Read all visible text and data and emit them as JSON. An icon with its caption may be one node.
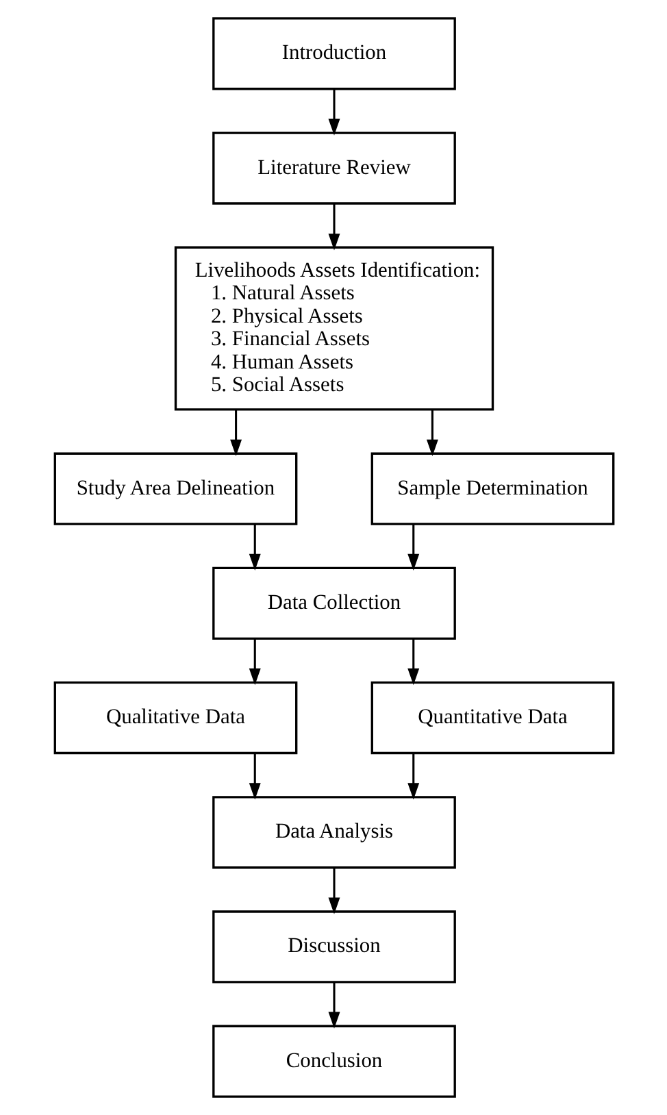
{
  "diagram": {
    "nodes": [
      {
        "text": [
          "Introduction"
        ]
      },
      {
        "text": [
          "Literature Review"
        ]
      },
      {
        "text": [
          "Livelihoods Assets Identification:",
          "1. Natural Assets",
          "2. Physical Assets",
          "3. Financial Assets",
          "4. Human Assets",
          "5. Social Assets"
        ]
      },
      {
        "text": [
          "Study Area Delineation"
        ]
      },
      {
        "text": [
          "Sample Determination"
        ]
      },
      {
        "text": [
          "Data Collection"
        ]
      },
      {
        "text": [
          "Qualitative Data"
        ]
      },
      {
        "text": [
          "Quantitative Data"
        ]
      },
      {
        "text": [
          "Data Analysis"
        ]
      },
      {
        "text": [
          "Discussion"
        ]
      },
      {
        "text": [
          "Conclusion"
        ]
      }
    ],
    "edges": [
      {
        "from": 0,
        "to": 1,
        "arrow": "to"
      },
      {
        "from": 1,
        "to": 2,
        "arrow": "to"
      },
      {
        "from": 2,
        "to": 3,
        "arrow": "to"
      },
      {
        "from": 2,
        "to": 4,
        "arrow": "to"
      },
      {
        "from": 3,
        "to": 5,
        "arrow": "to"
      },
      {
        "from": 4,
        "to": 5,
        "arrow": "to"
      },
      {
        "from": 5,
        "to": 6,
        "arrow": "to"
      },
      {
        "from": 5,
        "to": 7,
        "arrow": "to"
      },
      {
        "from": 6,
        "to": 8,
        "arrow": "to"
      },
      {
        "from": 7,
        "to": 8,
        "arrow": "to"
      },
      {
        "from": 8,
        "to": 9,
        "arrow": "to"
      },
      {
        "from": 9,
        "to": 10,
        "arrow": "to"
      }
    ]
  }
}
